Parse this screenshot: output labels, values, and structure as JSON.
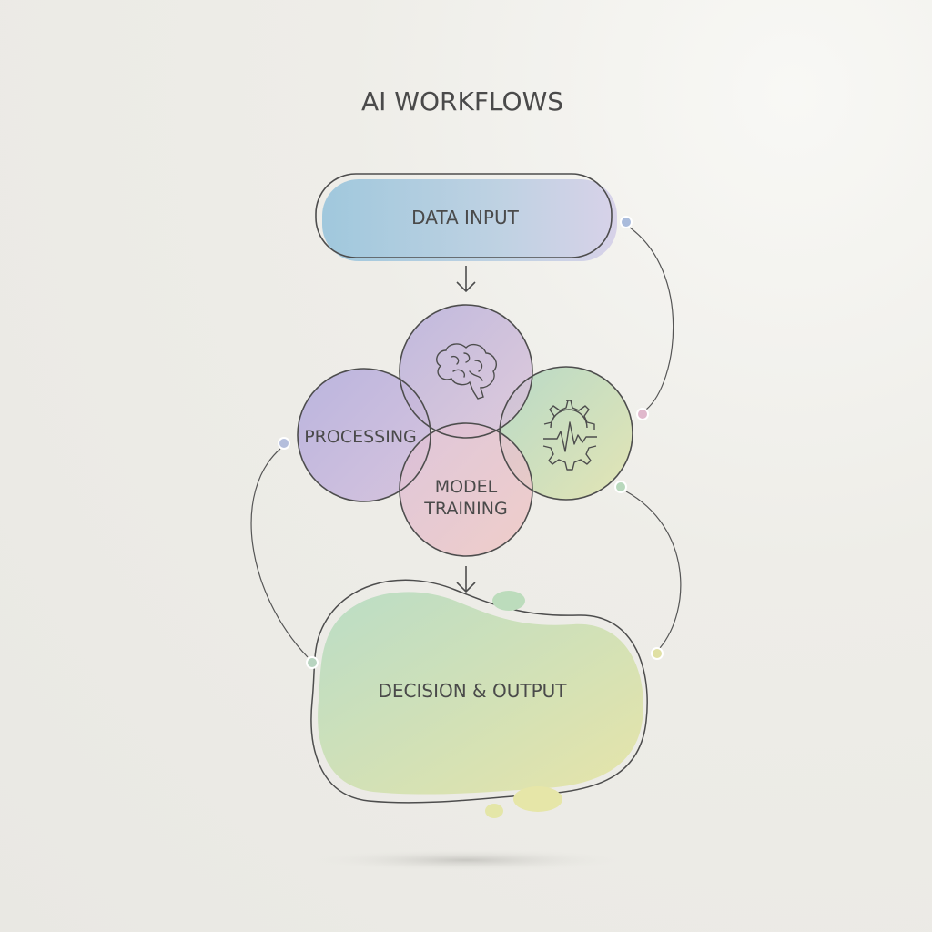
{
  "title": "AI WORKFLOWS",
  "nodes": {
    "data_input": "DATA INPUT",
    "processing": "PROCESSING",
    "model_training_line1": "MODEL",
    "model_training_line2": "TRAINING",
    "decision_output": "DECISION & OUTPUT"
  },
  "icons": {
    "top_circle": "brain-icon",
    "right_circle": "gear-pulse-icon"
  },
  "colors": {
    "outline": "#4d4d4d",
    "blue": "#9cc6dc",
    "lavender": "#c0b5dc",
    "pink": "#e8c3c8",
    "green": "#bcdcc0",
    "yellow": "#e4e4a8"
  }
}
